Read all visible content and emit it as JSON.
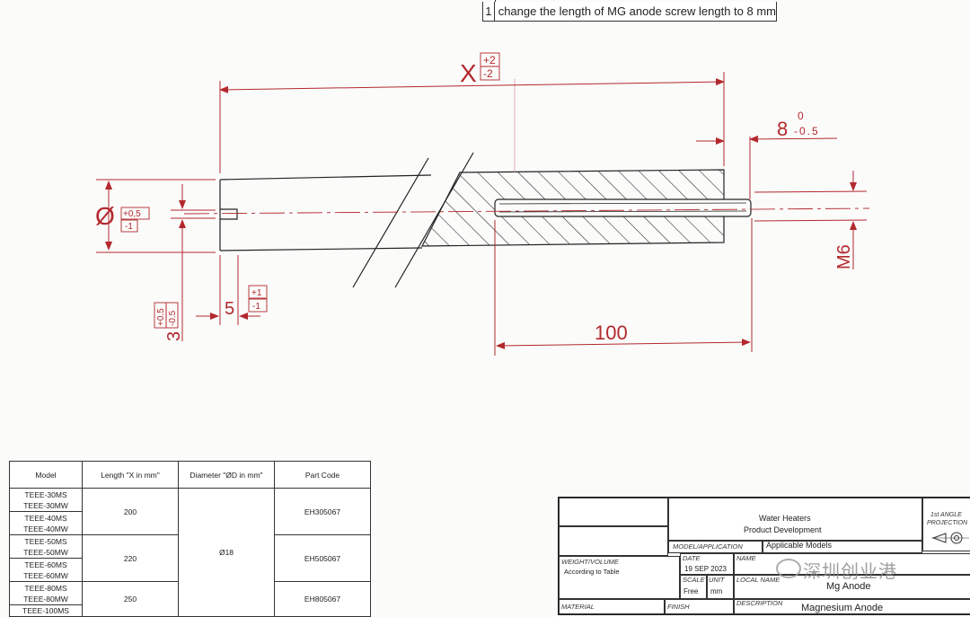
{
  "revision": {
    "number": "1",
    "text": "change the length of MG anode screw length to 8 mm"
  },
  "dimensions": {
    "x_label": "X",
    "x_tol_upper": "+2",
    "x_tol_lower": "-2",
    "screw_len": "8",
    "screw_tol_upper": "0",
    "screw_tol_lower": "-0.5",
    "diameter_sym": "Ø",
    "dia_tol_upper": "+0,5",
    "dia_tol_lower": "-1",
    "slot_width": "3",
    "slot_tol_upper": "+0.5",
    "slot_tol_lower": "-0.5",
    "slot_depth": "5",
    "depth_tol_upper": "+1",
    "depth_tol_lower": "-1",
    "thread": "M6",
    "bore_len": "100"
  },
  "models_table": {
    "headers": [
      "Model",
      "Length \"X in mm\"",
      "Diameter \"ØD in mm\"",
      "Part Code"
    ],
    "groups": [
      {
        "models": [
          "TEEE-30MS",
          "TEEE-30MW",
          "TEEE-40MS",
          "TEEE-40MW"
        ],
        "length": "200",
        "code": "EH305067"
      },
      {
        "models": [
          "TEEE-50MS",
          "TEEE-50MW",
          "TEEE-60MS",
          "TEEE-60MW"
        ],
        "length": "220",
        "code": "EH505067"
      },
      {
        "models": [
          "TEEE-80MS",
          "TEEE-80MW",
          "TEEE-100MS"
        ],
        "length": "250",
        "code": "EH805067"
      }
    ],
    "diameter": "Ø18"
  },
  "title_block": {
    "company_line1": "Water Heaters",
    "company_line2": "Product Development",
    "projection_line1": "1st ANGLE",
    "projection_line2": "PROJECTION",
    "model_app_label": "MODEL/APPLICATION",
    "model_app_value": "Applicable Models",
    "weight_label": "WEIGHT/VOLUME",
    "weight_value": "According to Table",
    "date_label": "DATE",
    "date_value": "19 SEP 2023",
    "name_label": "NAME",
    "scale_label": "SCALE",
    "scale_value": "Free",
    "unit_label": "UNIT",
    "unit_value": "mm",
    "local_name_label": "LOCAL NAME",
    "local_name_value": "Mg Anode",
    "material_label": "MATERIAL",
    "finish_label": "FINISH",
    "description_label": "DESCRIPTION",
    "description_value": "Magnesium Anode"
  },
  "watermark": "深圳创业港"
}
